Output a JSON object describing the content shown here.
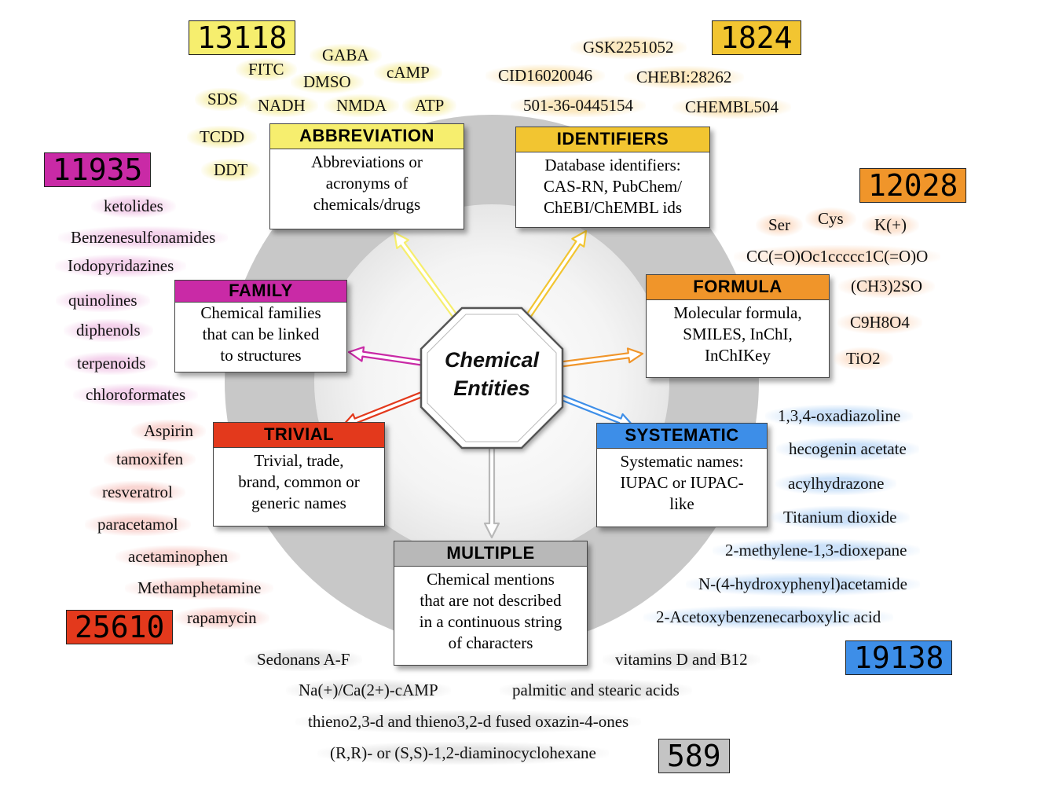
{
  "center": {
    "line1": "Chemical",
    "line2": "Entities"
  },
  "categories": {
    "abbreviation": {
      "title": "ABBREVIATION",
      "desc": [
        "Abbreviations or",
        "acronyms of",
        "chemicals/drugs"
      ],
      "count": "13118",
      "color": "#f6ee6e",
      "header_color": "#f6ee6e"
    },
    "identifiers": {
      "title": "IDENTIFIERS",
      "desc": [
        "Database identifiers:",
        "CAS-RN, PubChem/",
        "ChEBI/ChEMBL ids"
      ],
      "count": "1824",
      "color": "#f2c531",
      "header_color": "#f2c531"
    },
    "formula": {
      "title": "FORMULA",
      "desc": [
        "Molecular formula,",
        "SMILES, InChI,",
        "InChIKey"
      ],
      "count": "12028",
      "color": "#f0952a",
      "header_color": "#f0952a"
    },
    "family": {
      "title": "FAMILY",
      "desc": [
        "Chemical families",
        "that can be linked",
        "to structures"
      ],
      "count": "11935",
      "color": "#c92aa6",
      "header_color": "#c92aa6"
    },
    "trivial": {
      "title": "TRIVIAL",
      "desc": [
        "Trivial, trade,",
        "brand, common or",
        "generic names"
      ],
      "count": "25610",
      "color": "#e3391c",
      "header_color": "#e3391c"
    },
    "systematic": {
      "title": "SYSTEMATIC",
      "desc": [
        "Systematic names:",
        "IUPAC or IUPAC-",
        "like"
      ],
      "count": "19138",
      "color": "#3d8ee8",
      "header_color": "#3d8ee8"
    },
    "multiple": {
      "title": "MULTIPLE",
      "desc": [
        "Chemical mentions",
        "that are not described",
        "in a continuous string",
        "of characters"
      ],
      "count": "589",
      "color": "#b8b8b8",
      "header_color": "#b8b8b8"
    }
  },
  "examples": {
    "abbreviation": [
      "GABA",
      "FITC",
      "DMSO",
      "cAMP",
      "SDS",
      "NADH",
      "NMDA",
      "ATP",
      "TCDD",
      "DDT"
    ],
    "identifiers": [
      "GSK2251052",
      "CID16020046",
      "CHEBI:28262",
      "501-36-0445154",
      "CHEMBL504"
    ],
    "formula": [
      "Ser",
      "Cys",
      "K(+)",
      "CC(=O)Oc1ccccc1C(=O)O",
      "(CH3)2SO",
      "C9H8O4",
      "TiO2"
    ],
    "family": [
      "ketolides",
      "Benzenesulfonamides",
      "Iodopyridazines",
      "quinolines",
      "diphenols",
      "terpenoids",
      "chloroformates"
    ],
    "trivial": [
      "Aspirin",
      "tamoxifen",
      "resveratrol",
      "paracetamol",
      "acetaminophen",
      "Methamphetamine",
      "rapamycin"
    ],
    "systematic": [
      "1,3,4-oxadiazoline",
      "hecogenin acetate",
      "acylhydrazone",
      "Titanium dioxide",
      "2-methylene-1,3-dioxepane",
      "N-(4-hydroxyphenyl)acetamide",
      "2-Acetoxybenzenecarboxylic acid"
    ],
    "multiple": [
      "Sedonans A-F",
      "vitamins D and B12",
      "Na(+)/Ca(2+)-cAMP",
      "palmitic and stearic acids",
      "thieno2,3-d and thieno3,2-d fused oxazin-4-ones",
      "(R,R)- or (S,S)-1,2-diaminocyclohexane"
    ]
  }
}
